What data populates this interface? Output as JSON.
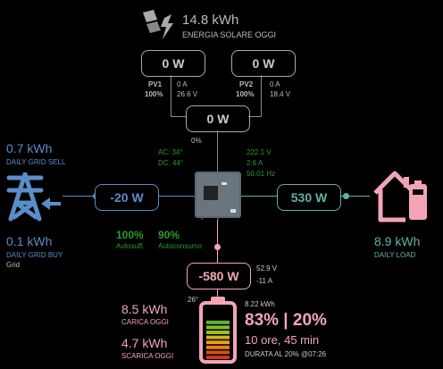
{
  "solar": {
    "total": "14.8 kWh",
    "label": "ENERGIA SOLARE OGGI",
    "pv1": {
      "power": "0 W",
      "name": "PV1",
      "pct": "100%",
      "amps": "0 A",
      "volts": "26.6 V"
    },
    "pv2": {
      "power": "0 W",
      "name": "PV2",
      "pct": "100%",
      "amps": "0 A",
      "volts": "18.4 V"
    },
    "combined": "0 W",
    "combined_pct": "0%"
  },
  "inverter": {
    "ac_temp": "AC: 34°",
    "dc_temp": "DC: 44°",
    "volts": "222.1 V",
    "amps": "2.6 A",
    "freq": "50.01 Hz"
  },
  "grid": {
    "sell_value": "0.7 kWh",
    "sell_label": "DAILY GRID SELL",
    "buy_value": "0.1 kWh",
    "buy_label": "DAILY GRID BUY",
    "name": "Grid",
    "power": "-20 W",
    "color": "#5b8dc9"
  },
  "stats": {
    "autosuff_value": "100%",
    "autosuff_label": "Autosuff.",
    "autocons_value": "90%",
    "autocons_label": "Autoconsumo"
  },
  "load": {
    "power": "530 W",
    "value": "8.9 kWh",
    "label": "DAILY LOAD",
    "color": "#5fb3a8"
  },
  "battery": {
    "power": "-580 W",
    "volts": "52.9 V",
    "amps": "-11 A",
    "temp": "26°",
    "capacity": "8.22 kWh",
    "soc_line": "83% | 20%",
    "duration": "10 ore, 45 min",
    "duration_label": "DURATA AL 20% @07:26",
    "charge_value": "8.5 kWh",
    "charge_label": "CARICA OGGI",
    "discharge_value": "4.7 kWh",
    "discharge_label": "SCARICA OGGI",
    "soc_fraction": 0.83,
    "color": "#f3a5b5"
  }
}
